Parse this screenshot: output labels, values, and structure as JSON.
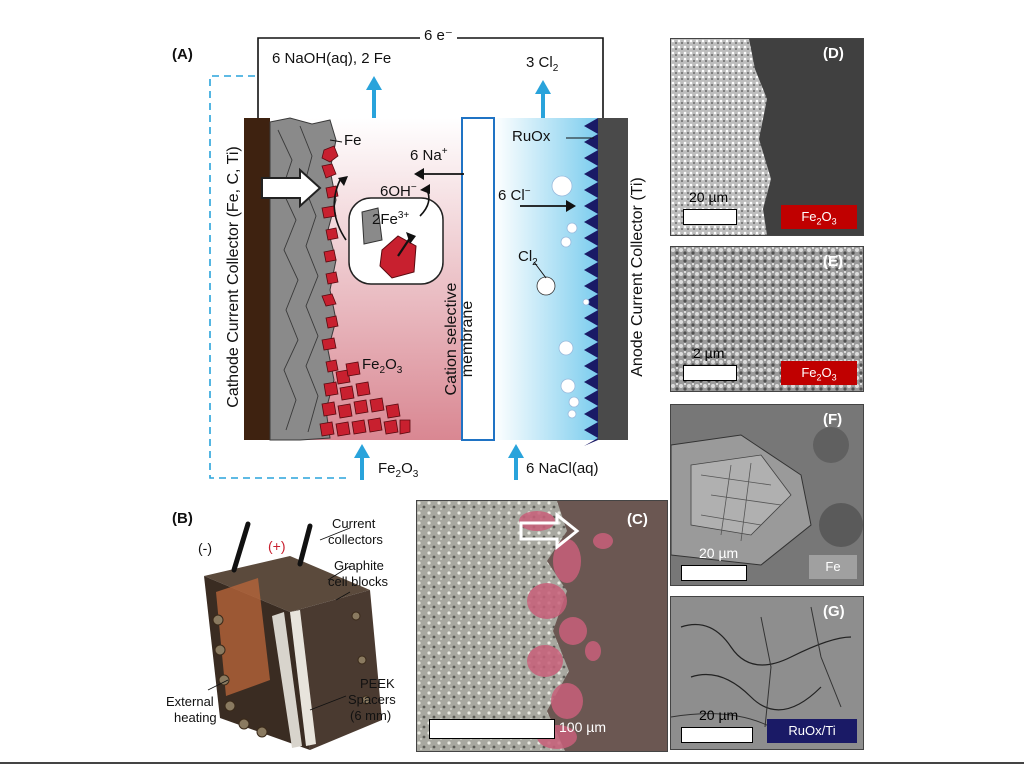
{
  "panel_A": {
    "letter": "(A)",
    "electrons": "6 e⁻",
    "cathode_products": "6 NaOH(aq), 2 Fe",
    "anode_products": "3 Cl",
    "anode_products_sub": "2",
    "fe_label": "Fe",
    "ruox_label": "RuOx",
    "na_label": "6 Na",
    "na_sup": "+",
    "cl_ion_label": "6 Cl",
    "cl_ion_sup": "−",
    "oh_label": "6OH",
    "oh_sup": "−",
    "fe3_label": "2Fe",
    "fe3_sup": "3+",
    "cl2_label": "Cl",
    "cl2_sub": "2",
    "fe2o3_label": "Fe",
    "fe2o3_sub1": "2",
    "fe2o3_mid": "O",
    "fe2o3_sub2": "3",
    "cathode_collector": "Cathode Current Collector (Fe, C, Ti)",
    "anode_collector": "Anode Current Collector (Ti)",
    "membrane_line1": "Cation selective",
    "membrane_line2": "membrane",
    "feed_cathode": "Fe",
    "feed_cathode_sub1": "2",
    "feed_cathode_mid": "O",
    "feed_cathode_sub2": "3",
    "feed_anode": "6 NaCl(aq)"
  },
  "panel_B": {
    "letter": "(B)",
    "minus": "(-)",
    "plus": "(+)",
    "current_collectors_1": "Current",
    "current_collectors_2": "collectors",
    "graphite_1": "Graphite",
    "graphite_2": "cell blocks",
    "external_1": "External",
    "external_2": "heating",
    "peek_1": "PEEK",
    "peek_2": "Spacers",
    "peek_3": "(6 mm)"
  },
  "panel_C": {
    "letter": "(C)",
    "scale": "100 µm"
  },
  "panel_D": {
    "letter": "(D)",
    "scale": "20 µm",
    "material": "Fe",
    "material_sub1": "2",
    "material_mid": "O",
    "material_sub2": "3",
    "badge_color": "#c00000"
  },
  "panel_E": {
    "letter": "(E)",
    "scale": "2 µm",
    "material": "Fe",
    "material_sub1": "2",
    "material_mid": "O",
    "material_sub2": "3",
    "badge_color": "#c00000"
  },
  "panel_F": {
    "letter": "(F)",
    "scale": "20 µm",
    "material": "Fe",
    "badge_color": "#a0a0a0"
  },
  "panel_G": {
    "letter": "(G)",
    "scale": "20 µm",
    "material": "RuOx/Ti",
    "badge_color": "#1a1a66"
  },
  "colors": {
    "flow_arrow": "#29a3db",
    "fe2o3": "#c8202f",
    "cathode_fe": "#8a8a8a",
    "anode_electrode": "#1a1a66"
  }
}
